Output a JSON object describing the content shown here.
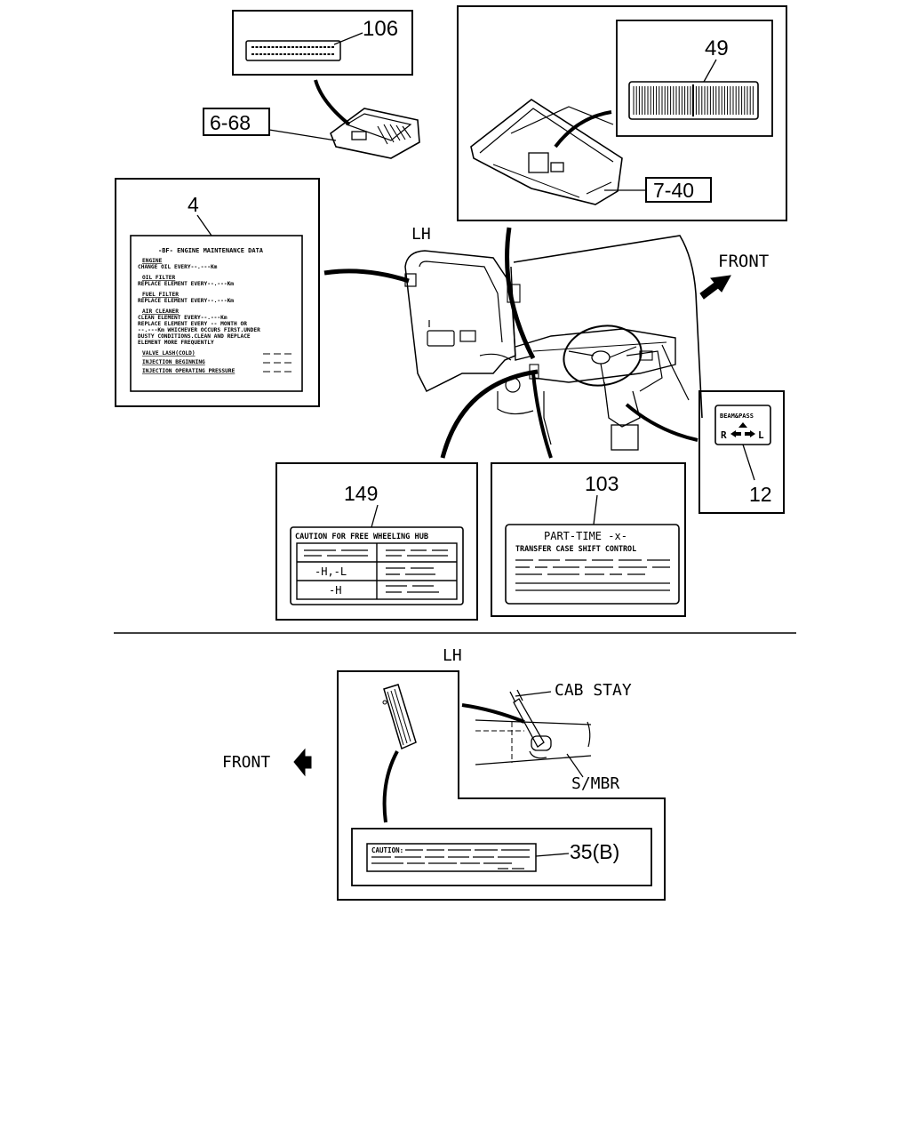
{
  "callouts": {
    "c106": "106",
    "c6_68": "6-68",
    "c49": "49",
    "c7_40": "7-40",
    "c4": "4",
    "c149": "149",
    "c103": "103",
    "c12": "12",
    "c35b": "35(B)"
  },
  "orientation": {
    "lh_top": "LH",
    "front_top": "FRONT",
    "lh_bottom": "LH",
    "front_bottom": "FRONT"
  },
  "part_labels": {
    "cab_stay": "CAB STAY",
    "s_mbr": "S/MBR"
  },
  "label_4": {
    "title": "-BF- ENGINE MAINTENANCE DATA",
    "engine": "ENGINE",
    "change_oil": "CHANGE OIL EVERY--.---Km",
    "oil_filter": "OIL FILTER",
    "oil_filter_replace": "REPLACE ELEMENT EVERY--.---Km",
    "fuel_filter": "FUEL FILTER",
    "fuel_filter_replace": "REPLACE ELEMENT EVERY--.---Km",
    "air_cleaner": "AIR CLEANER",
    "ac_line1": "CLEAN ELEMENT EVERY--.---Km",
    "ac_line2": "REPLACE ELEMENT EVERY -- MONTH OR",
    "ac_line3": "--.---Km WHICHEVER OCCURS FIRST.UNDER",
    "ac_line4": "DUSTY CONDITIONS.CLEAN AND REPLACE",
    "ac_line5": "ELEMENT MORE FREQUENTLY",
    "valve_lash": "VALVE LASH(COLD)",
    "injection_beginning": "INJECTION BEGINNING",
    "injection_pressure": "INJECTION OPERATING PRESSURE"
  },
  "label_149": {
    "title": "CAUTION FOR FREE WHEELING HUB",
    "row2": "-H,-L",
    "row3": "-H"
  },
  "label_103": {
    "line1": "PART-TIME -x-",
    "line2": "TRANSFER CASE SHIFT CONTROL"
  },
  "label_12": {
    "title": "BEAM&PASS",
    "r": "R",
    "l": "L"
  },
  "label_35b": {
    "caution": "CAUTION:"
  }
}
